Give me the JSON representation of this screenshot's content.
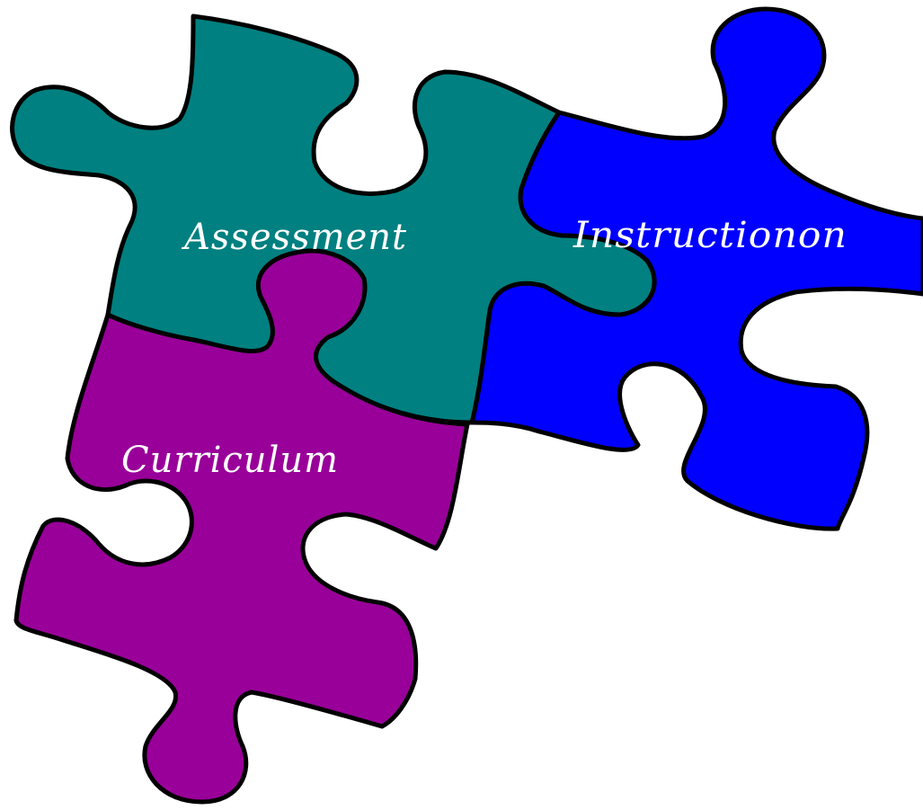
{
  "diagram": {
    "pieces": [
      {
        "id": "assessment",
        "label": "Assessment",
        "color": "#008080"
      },
      {
        "id": "instruction",
        "label": "Instructionon",
        "color": "#0000FF"
      },
      {
        "id": "curriculum",
        "label": "Curriculum",
        "color": "#990099"
      }
    ],
    "outline_color": "#000000",
    "label_color": "#FFFFFF"
  }
}
